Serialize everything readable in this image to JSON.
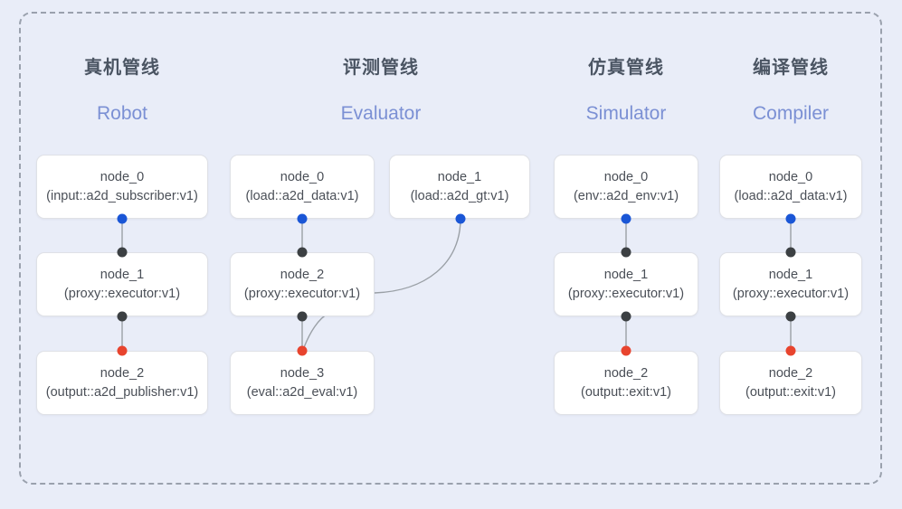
{
  "diagram": {
    "frame_label": "pipeline-group",
    "background_color": "#e9edf8",
    "frame_border_color": "#9aa1ad",
    "accent_color": "#7b90d4",
    "port_colors": {
      "output": "#1a56d6",
      "proxy": "#3c4043",
      "input": "#e8442e"
    },
    "edge_color": "#9aa0a6"
  },
  "columns": [
    {
      "title": "真机管线",
      "subtitle": "Robot",
      "nodes": [
        {
          "name": "node_0",
          "signature": "(input::a2d_subscriber:v1)"
        },
        {
          "name": "node_1",
          "signature": "(proxy::executor:v1)"
        },
        {
          "name": "node_2",
          "signature": "(output::a2d_publisher:v1)"
        }
      ]
    },
    {
      "title": "评测管线",
      "subtitle": "Evaluator",
      "nodes": [
        {
          "name": "node_0",
          "signature": "(load::a2d_data:v1)"
        },
        {
          "name": "node_1",
          "signature": "(load::a2d_gt:v1)"
        },
        {
          "name": "node_2",
          "signature": "(proxy::executor:v1)"
        },
        {
          "name": "node_3",
          "signature": "(eval::a2d_eval:v1)"
        }
      ]
    },
    {
      "title": "仿真管线",
      "subtitle": "Simulator",
      "nodes": [
        {
          "name": "node_0",
          "signature": "(env::a2d_env:v1)"
        },
        {
          "name": "node_1",
          "signature": "(proxy::executor:v1)"
        },
        {
          "name": "node_2",
          "signature": "(output::exit:v1)"
        }
      ]
    },
    {
      "title": "编译管线",
      "subtitle": "Compiler",
      "nodes": [
        {
          "name": "node_0",
          "signature": "(load::a2d_data:v1)"
        },
        {
          "name": "node_1",
          "signature": "(proxy::executor:v1)"
        },
        {
          "name": "node_2",
          "signature": "(output::exit:v1)"
        }
      ]
    }
  ]
}
